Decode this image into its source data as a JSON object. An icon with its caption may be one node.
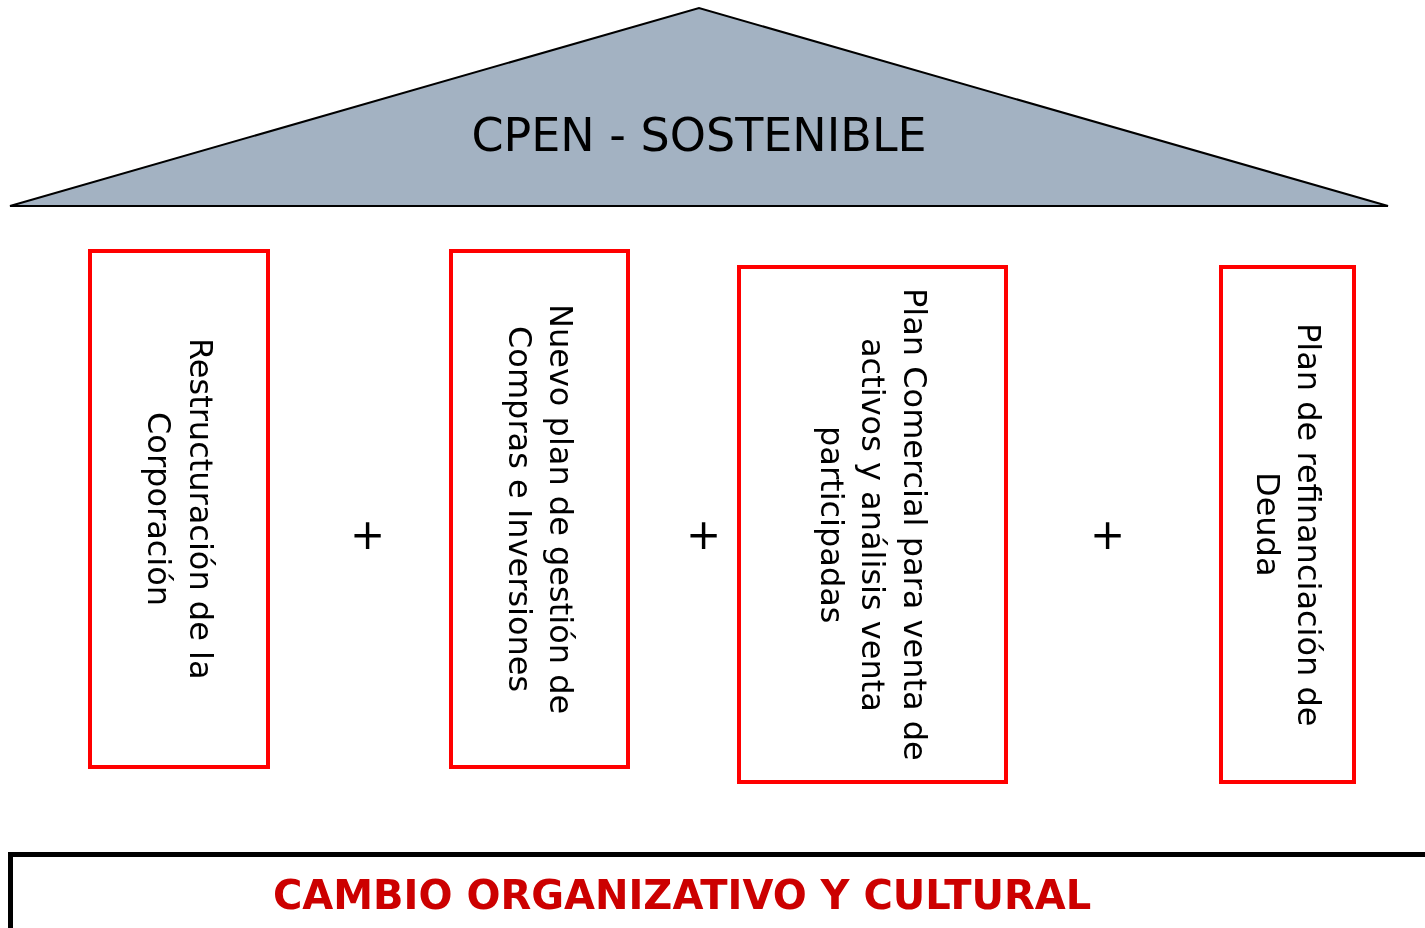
{
  "diagram": {
    "nodes": [
      {
        "text": [
          "CPEN - SOSTENIBLE"
        ]
      },
      {
        "text": [
          "Restructuración de la Corporación"
        ]
      },
      {
        "text": [
          "Nuevo plan de gestión de Compras e Inversiones"
        ]
      },
      {
        "text": [
          "Plan Comercial para venta de activos y análisis venta participadas"
        ]
      },
      {
        "text": [
          "Plan de refinanciación de Deuda"
        ]
      },
      {
        "text": [
          "CAMBIO ORGANIZATIVO Y CULTURAL"
        ]
      }
    ],
    "labels": [
      "+",
      "+",
      "+"
    ]
  }
}
